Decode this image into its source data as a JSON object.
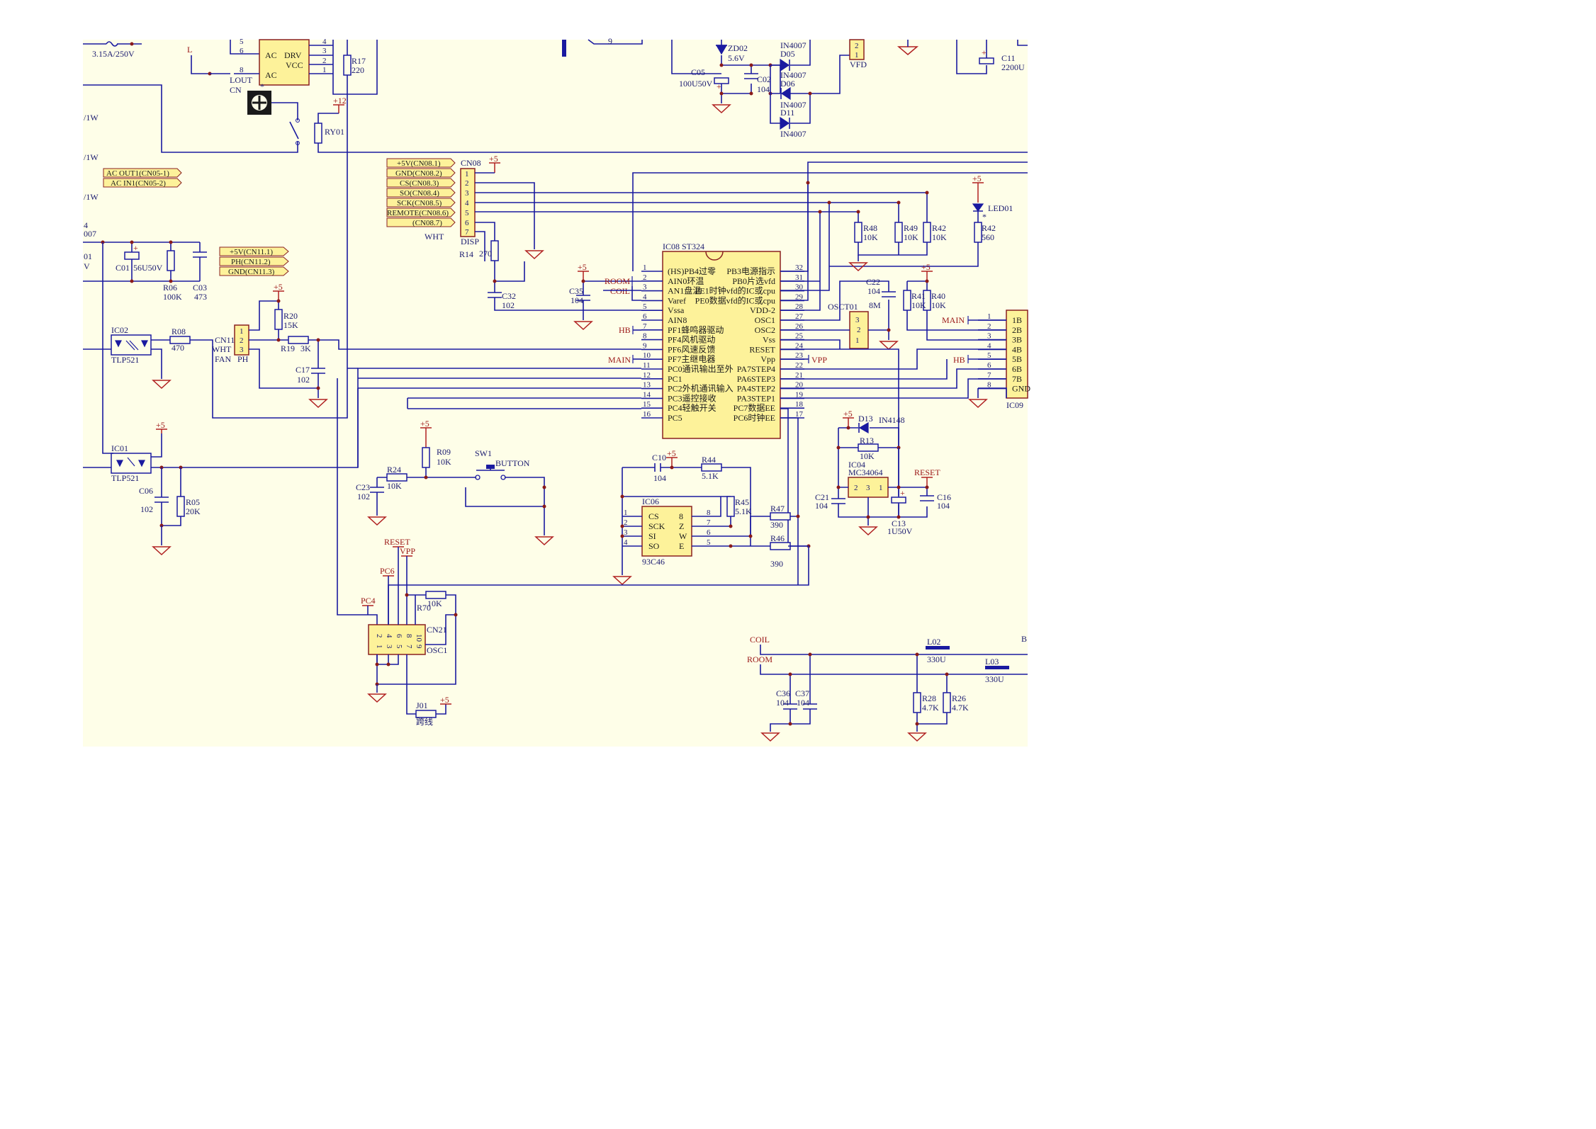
{
  "components": {
    "fuse": {
      "name": "3.15A/250V"
    },
    "relay_coil_label": "L",
    "lout": "LOUT",
    "cn": "CN",
    "relay_pins": [
      "5",
      "6",
      "8",
      "4",
      "3",
      "2",
      "1"
    ],
    "relay_ac1": "AC",
    "relay_drv": "DRV",
    "relay_vcc": "VCC",
    "relay_ac2": "AC",
    "r17": {
      "name": "R17",
      "value": "220"
    },
    "ry01": {
      "name": "RY01"
    },
    "plus12": "+12",
    "star": "*",
    "left_r1": "/1W",
    "left_r2": "/1W",
    "left_r3": "/1W",
    "left_4": "4",
    "left_007": "007",
    "left_01": "01",
    "left_v": "V",
    "c01": {
      "name": "C01",
      "value": "56U50V"
    },
    "r06": {
      "name": "R06",
      "value": "100K"
    },
    "c03": {
      "name": "C03",
      "value": "473"
    },
    "ic02": {
      "name": "IC02",
      "part": "TLP521"
    },
    "r08": {
      "name": "R08",
      "value": "470"
    },
    "ic01": {
      "name": "IC01",
      "part": "TLP521"
    },
    "c06": {
      "name": "C06",
      "value": "102"
    },
    "r05": {
      "name": "R05",
      "value": "20K"
    },
    "cn11": {
      "name": "CN11",
      "sub1": "WHT",
      "sub2": "FAN",
      "sub3": "PH",
      "pins": [
        "1",
        "2",
        "3"
      ]
    },
    "r20": {
      "name": "R20",
      "value": "15K"
    },
    "r19": {
      "name": "R19",
      "value": "3K"
    },
    "c17": {
      "name": "C17",
      "value": "102"
    },
    "cn08": {
      "name": "CN08",
      "sub": "WHT",
      "disp": "DISP",
      "pins": [
        "1",
        "2",
        "3",
        "4",
        "5",
        "6",
        "7"
      ]
    },
    "r14": {
      "name": "R14",
      "value": "270"
    },
    "c32": {
      "name": "C32",
      "value": "102"
    },
    "c35": {
      "name": "C35",
      "value": "104"
    },
    "zd02": {
      "name": "ZD02",
      "value": "5.6V"
    },
    "c05": {
      "name": "C05",
      "value": "100U50V"
    },
    "c02": {
      "name": "C02",
      "value": "104"
    },
    "d05": {
      "name": "D05",
      "part": "IN4007"
    },
    "d06": {
      "name": "D06",
      "part": "IN4007"
    },
    "d11": {
      "name": "D11",
      "part": "IN4007"
    },
    "d_top": "IN4007",
    "vfd": {
      "name": "VFD",
      "pins": [
        "2",
        "1"
      ]
    },
    "c11": {
      "name": "C11",
      "value": "2200U"
    },
    "led01": {
      "name": "LED01"
    },
    "r42a": {
      "name": "R42",
      "value": "560"
    },
    "r48": {
      "name": "R48",
      "value": "10K"
    },
    "r49": {
      "name": "R49",
      "value": "10K"
    },
    "r42b": {
      "name": "R42",
      "value": "10K"
    },
    "c22": {
      "name": "C22",
      "value": "104"
    },
    "osc": {
      "name": "OSCT01",
      "value": "8M",
      "pins": [
        "3",
        "2",
        "1"
      ]
    },
    "r41": {
      "name": "R41",
      "value": "10K"
    },
    "r40": {
      "name": "R40",
      "value": "10K"
    },
    "ic09": {
      "name": "IC09",
      "left_pins": [
        "1",
        "2",
        "3",
        "4",
        "5",
        "6",
        "7",
        "8"
      ],
      "right": [
        "1B",
        "2B",
        "3B",
        "4B",
        "5B",
        "6B",
        "7B",
        "GND"
      ]
    },
    "main1": "MAIN",
    "hb1": "HB",
    "ic08": {
      "name": "IC08 ST324",
      "left_nums": [
        "1",
        "2",
        "3",
        "4",
        "5",
        "6",
        "7",
        "8",
        "9",
        "10",
        "11",
        "12",
        "13",
        "14",
        "15",
        "16"
      ],
      "left_labels": [
        "(HS)PB4过零",
        "AIN0环温",
        "AN1盘温",
        "Varef",
        "Vssa",
        "AIN8",
        "PF1蜂鸣器驱动",
        "PF4风机驱动",
        "PF6风速反馈",
        "PF7主继电器",
        "PC0通讯输出至外",
        "PC1",
        "PC2外机通讯输入",
        "PC3遥控接收",
        "PC4轻触开关",
        "PC5"
      ],
      "right_nums": [
        "32",
        "31",
        "30",
        "29",
        "28",
        "27",
        "26",
        "25",
        "24",
        "23",
        "22",
        "21",
        "20",
        "19",
        "18",
        "17"
      ],
      "right_labels": [
        "PB3电源指示",
        "PB0片选vfd",
        "PE1时钟vfd的IC或cpu",
        "PE0数据vfd的IC或cpu",
        "VDD-2",
        "OSC1",
        "OSC2",
        "Vss",
        "RESET",
        "Vpp",
        "PA7STEP4",
        "PA6STEP3",
        "PA4STEP2",
        "PA3STEP1",
        "PC7数据EE",
        "PC6时钟EE"
      ]
    },
    "room": "ROOM",
    "coil": "COIL",
    "hb2": "HB",
    "main2": "MAIN",
    "vpp_tag": "VPP",
    "d13": {
      "name": "D13",
      "part": "IN4148"
    },
    "r13": {
      "name": "R13",
      "value": "10K"
    },
    "ic04": {
      "name": "IC04",
      "part": "MC34064",
      "pins": [
        "2",
        "3",
        "1"
      ]
    },
    "reset_tag1": "RESET",
    "c21": {
      "name": "C21",
      "value": "104"
    },
    "c16": {
      "name": "C16",
      "value": "104"
    },
    "c13": {
      "name": "C13",
      "value": "1U50V"
    },
    "c10": {
      "name": "C10",
      "value": "104"
    },
    "r44": {
      "name": "R44",
      "value": "5.1K"
    },
    "r45": {
      "name": "R45",
      "value": "5.1K"
    },
    "ic06": {
      "name": "IC06",
      "part": "93C46",
      "left_nums": [
        "1",
        "2",
        "3",
        "4"
      ],
      "left": [
        "CS",
        "SCK",
        "SI",
        "SO"
      ],
      "right": [
        "8",
        "Z",
        "W",
        "E"
      ],
      "right_nums": [
        "8",
        "7",
        "6",
        "5"
      ]
    },
    "r47": {
      "name": "R47",
      "value": "390"
    },
    "r46": {
      "name": "R46",
      "value": "390"
    },
    "r09": {
      "name": "R09",
      "value": "10K"
    },
    "sw1": {
      "name": "SW1",
      "part": "BUTTON"
    },
    "r24": {
      "name": "R24",
      "value": "10K"
    },
    "c23": {
      "name": "C23",
      "value": "102"
    },
    "reset_tag2": "RESET",
    "vpp_tag2": "VPP",
    "pc6": "PC6",
    "pc4": "PC4",
    "r70": {
      "name": "R70",
      "value": "10K"
    },
    "cn21": {
      "name": "CN21",
      "top": [
        "2",
        "4",
        "6",
        "8",
        "10"
      ],
      "bot": [
        "1",
        "3",
        "5",
        "7",
        "9"
      ],
      "osc": "OSC1"
    },
    "j01": {
      "name": "J01",
      "value": "跨线"
    },
    "coil2": "COIL",
    "room2": "ROOM",
    "l02": {
      "name": "L02",
      "value": "330U"
    },
    "l03": {
      "name": "L03",
      "value": "330U"
    },
    "c36": {
      "name": "C36",
      "value": "104"
    },
    "c37": {
      "name": "C37",
      "value": "104"
    },
    "r28": {
      "name": "R28",
      "value": "4.7K"
    },
    "r26": {
      "name": "R26",
      "value": "4.7K"
    },
    "b_label": "B",
    "plus5": "+5",
    "nine": "9"
  },
  "tags": {
    "ac_out": "AC OUT1(CN05-1)",
    "ac_in": "AC IN1(CN05-2)",
    "cn11_tags": [
      "+5V(CN11.1)",
      "PH(CN11.2)",
      "GND(CN11.3)"
    ],
    "cn08_tags": [
      "+5V(CN08.1)",
      "GND(CN08.2)",
      "CS(CN08.3)",
      "SO(CN08.4)",
      "SCK(CN08.5)",
      "REMOTE(CN08.6)",
      "(CN08.7)"
    ]
  }
}
